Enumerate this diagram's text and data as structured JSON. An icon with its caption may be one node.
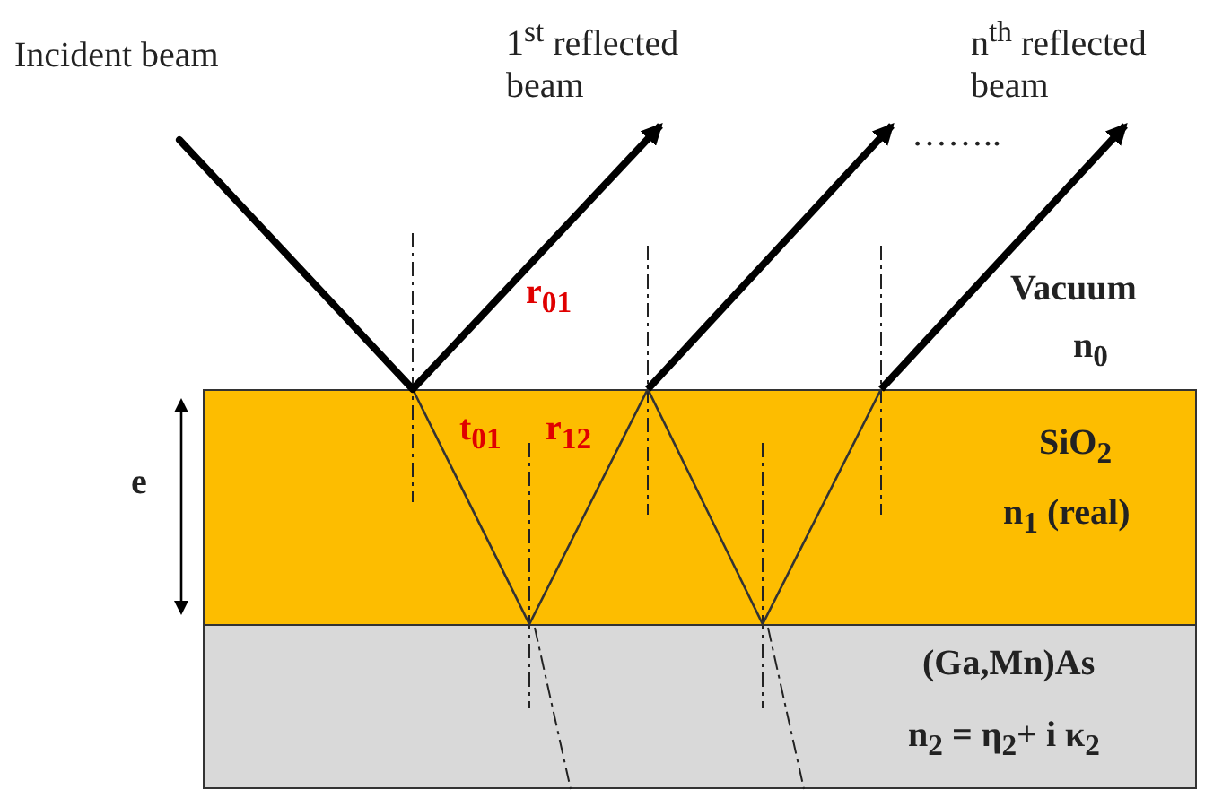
{
  "diagram": {
    "nodes": [
      {
        "text": [
          "SiO$_{2}$",
          "n$_{1}$ (real)"
        ]
      },
      {
        "text": [
          "(Ga,Mn)As",
          "n$_{2}$ = η$_{2}$+ i κ$_{2}$"
        ]
      }
    ],
    "edges": [],
    "labels": [
      "Incident beam",
      "1$^{st}$ reflected beam",
      "n$^{th}$ reflected beam",
      "……..",
      "r$_{01}$",
      "Vacuum",
      "n$_{0}$",
      "t$_{01}$",
      "r$_{12}$",
      "e"
    ]
  }
}
